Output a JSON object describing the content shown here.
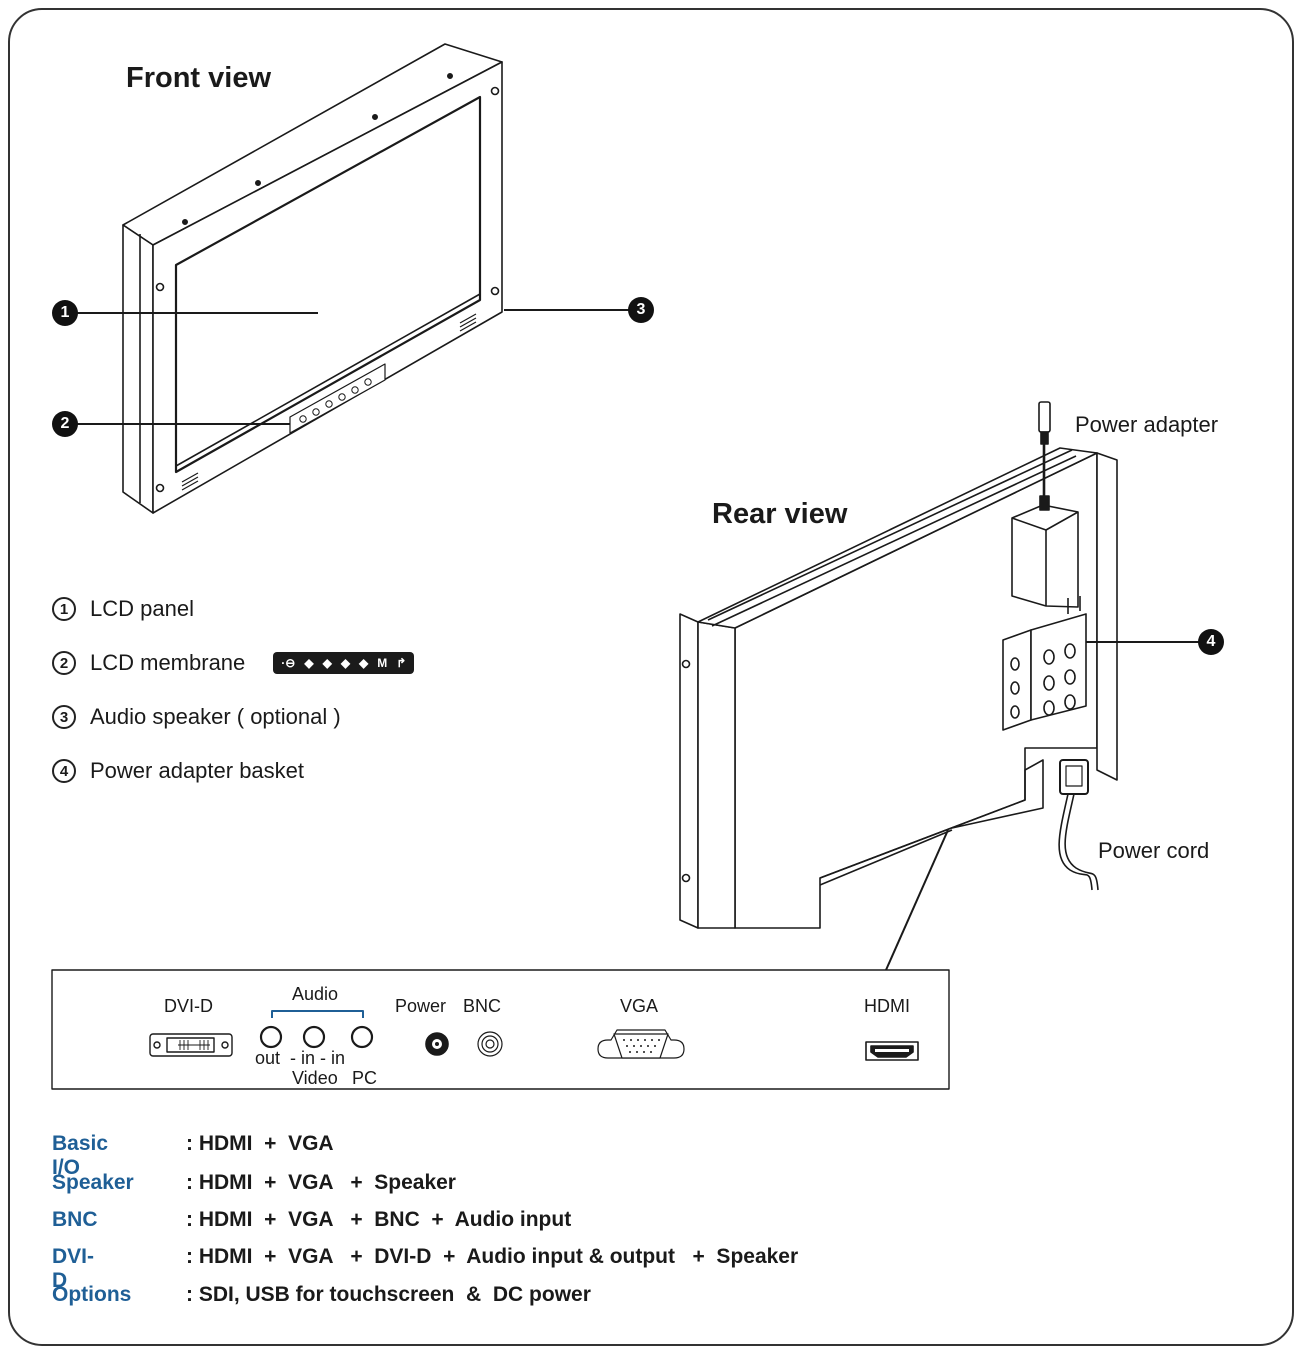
{
  "front_view": {
    "title": "Front view",
    "callouts": [
      "1",
      "2",
      "3"
    ]
  },
  "rear_view": {
    "title": "Rear view",
    "callout": "4",
    "power_adapter_label": "Power adapter",
    "power_cord_label": "Power cord"
  },
  "legend": [
    {
      "num": "1",
      "text": "LCD panel"
    },
    {
      "num": "2",
      "text": "LCD membrane"
    },
    {
      "num": "3",
      "text": "Audio speaker ( optional )"
    },
    {
      "num": "4",
      "text": "Power adapter basket"
    }
  ],
  "membrane_keys": [
    "·⊖",
    "◆",
    "◆",
    "◆",
    "◆",
    "M",
    "↱"
  ],
  "io_panel": {
    "dvi": "DVI-D",
    "audio_group": "Audio",
    "audio_out": "out",
    "audio_in": "-  in  -  in",
    "video": "Video",
    "pc": "PC",
    "power": "Power",
    "bnc": "BNC",
    "vga": "VGA",
    "hdmi": "HDMI"
  },
  "specs": [
    {
      "key": "Basic I/O",
      "value": ": HDMI  +  VGA"
    },
    {
      "key": "Speaker",
      "value": ": HDMI  +  VGA   +  Speaker"
    },
    {
      "key": "BNC",
      "value": ": HDMI  +  VGA   +  BNC  +  Audio input"
    },
    {
      "key": "DVI-D",
      "value": ": HDMI  +  VGA   +  DVI-D  +  Audio input & output   +  Speaker"
    },
    {
      "key": "Options",
      "value": ": SDI, USB for touchscreen  &  DC power"
    }
  ],
  "colors": {
    "spec_key": "#1f5f96",
    "line": "#1a1a1a"
  }
}
